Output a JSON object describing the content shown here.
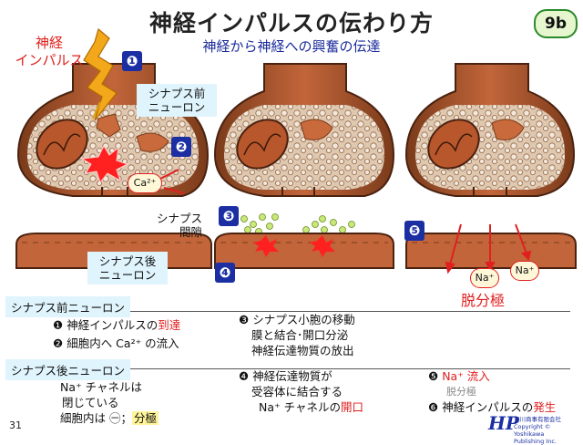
{
  "header": {
    "title": "神経インパルスの伝わり方",
    "subtitle": "神経から神経への興奮の伝達",
    "badge": "9b"
  },
  "diagram": {
    "impulse_label_line1": "神経",
    "impulse_label_line2": "インパルス",
    "steps": [
      "❶",
      "❷",
      "❸",
      "❹",
      "❺"
    ],
    "presynaptic_label_line1": "シナプス前",
    "presynaptic_label_line2": "ニューロン",
    "calcium_label": "Ca²⁺",
    "cleft_label_line1": "シナプス",
    "cleft_label_line2": "間隙",
    "postsynaptic_label_line1": "シナプス後",
    "postsynaptic_label_line2": "ニューロン",
    "sodium_label_1": "Na⁺",
    "sodium_label_2": "Na⁺",
    "depolarization_label": "脱分極"
  },
  "info": {
    "pre_section": "シナプス前ニューロン",
    "post_section": "シナプス後ニューロン",
    "pre_step1_num": "❶",
    "pre_step1_text": "神経インパルスの",
    "pre_step1_hl": "到達",
    "pre_step2_num": "❷",
    "pre_step2_text": "細胞内へ Ca²⁺ の流入",
    "step3_num": "❸",
    "step3_line1": "シナプス小胞の移動",
    "step3_line2": "膜と結合･開口分泌",
    "step3_line3": "神経伝達物質の放出",
    "post_resting_line1": "Na⁺ チャネルは",
    "post_resting_line2": "閉じている",
    "post_resting_line3": "細胞内は ㊀；",
    "post_resting_hl": "分極",
    "step4_num": "❹",
    "step4_line1": "神経伝達物質が",
    "step4_line2": "受容体に結合する",
    "step4_line3": "Na⁺ チャネルの",
    "step4_hl": "開口",
    "step5_num": "❺",
    "step5_text": "Na⁺ 流入",
    "step5_sub": "脱分極",
    "step6_num": "❻",
    "step6_text": "神経インパルスの",
    "step6_hl": "発生"
  },
  "footer": {
    "page": "31",
    "logo_mark": "HP",
    "logo_line1": "吉川商事有限会社",
    "logo_line2": "Copyright © Yoshikawa",
    "logo_line3": "Publishing Inc."
  },
  "colors": {
    "membrane": "#b5502a",
    "cytoplasm": "#dfc8b0",
    "accent_blue": "#1b2fa3",
    "label_bg": "#dff4fc",
    "red": "#e02020"
  }
}
